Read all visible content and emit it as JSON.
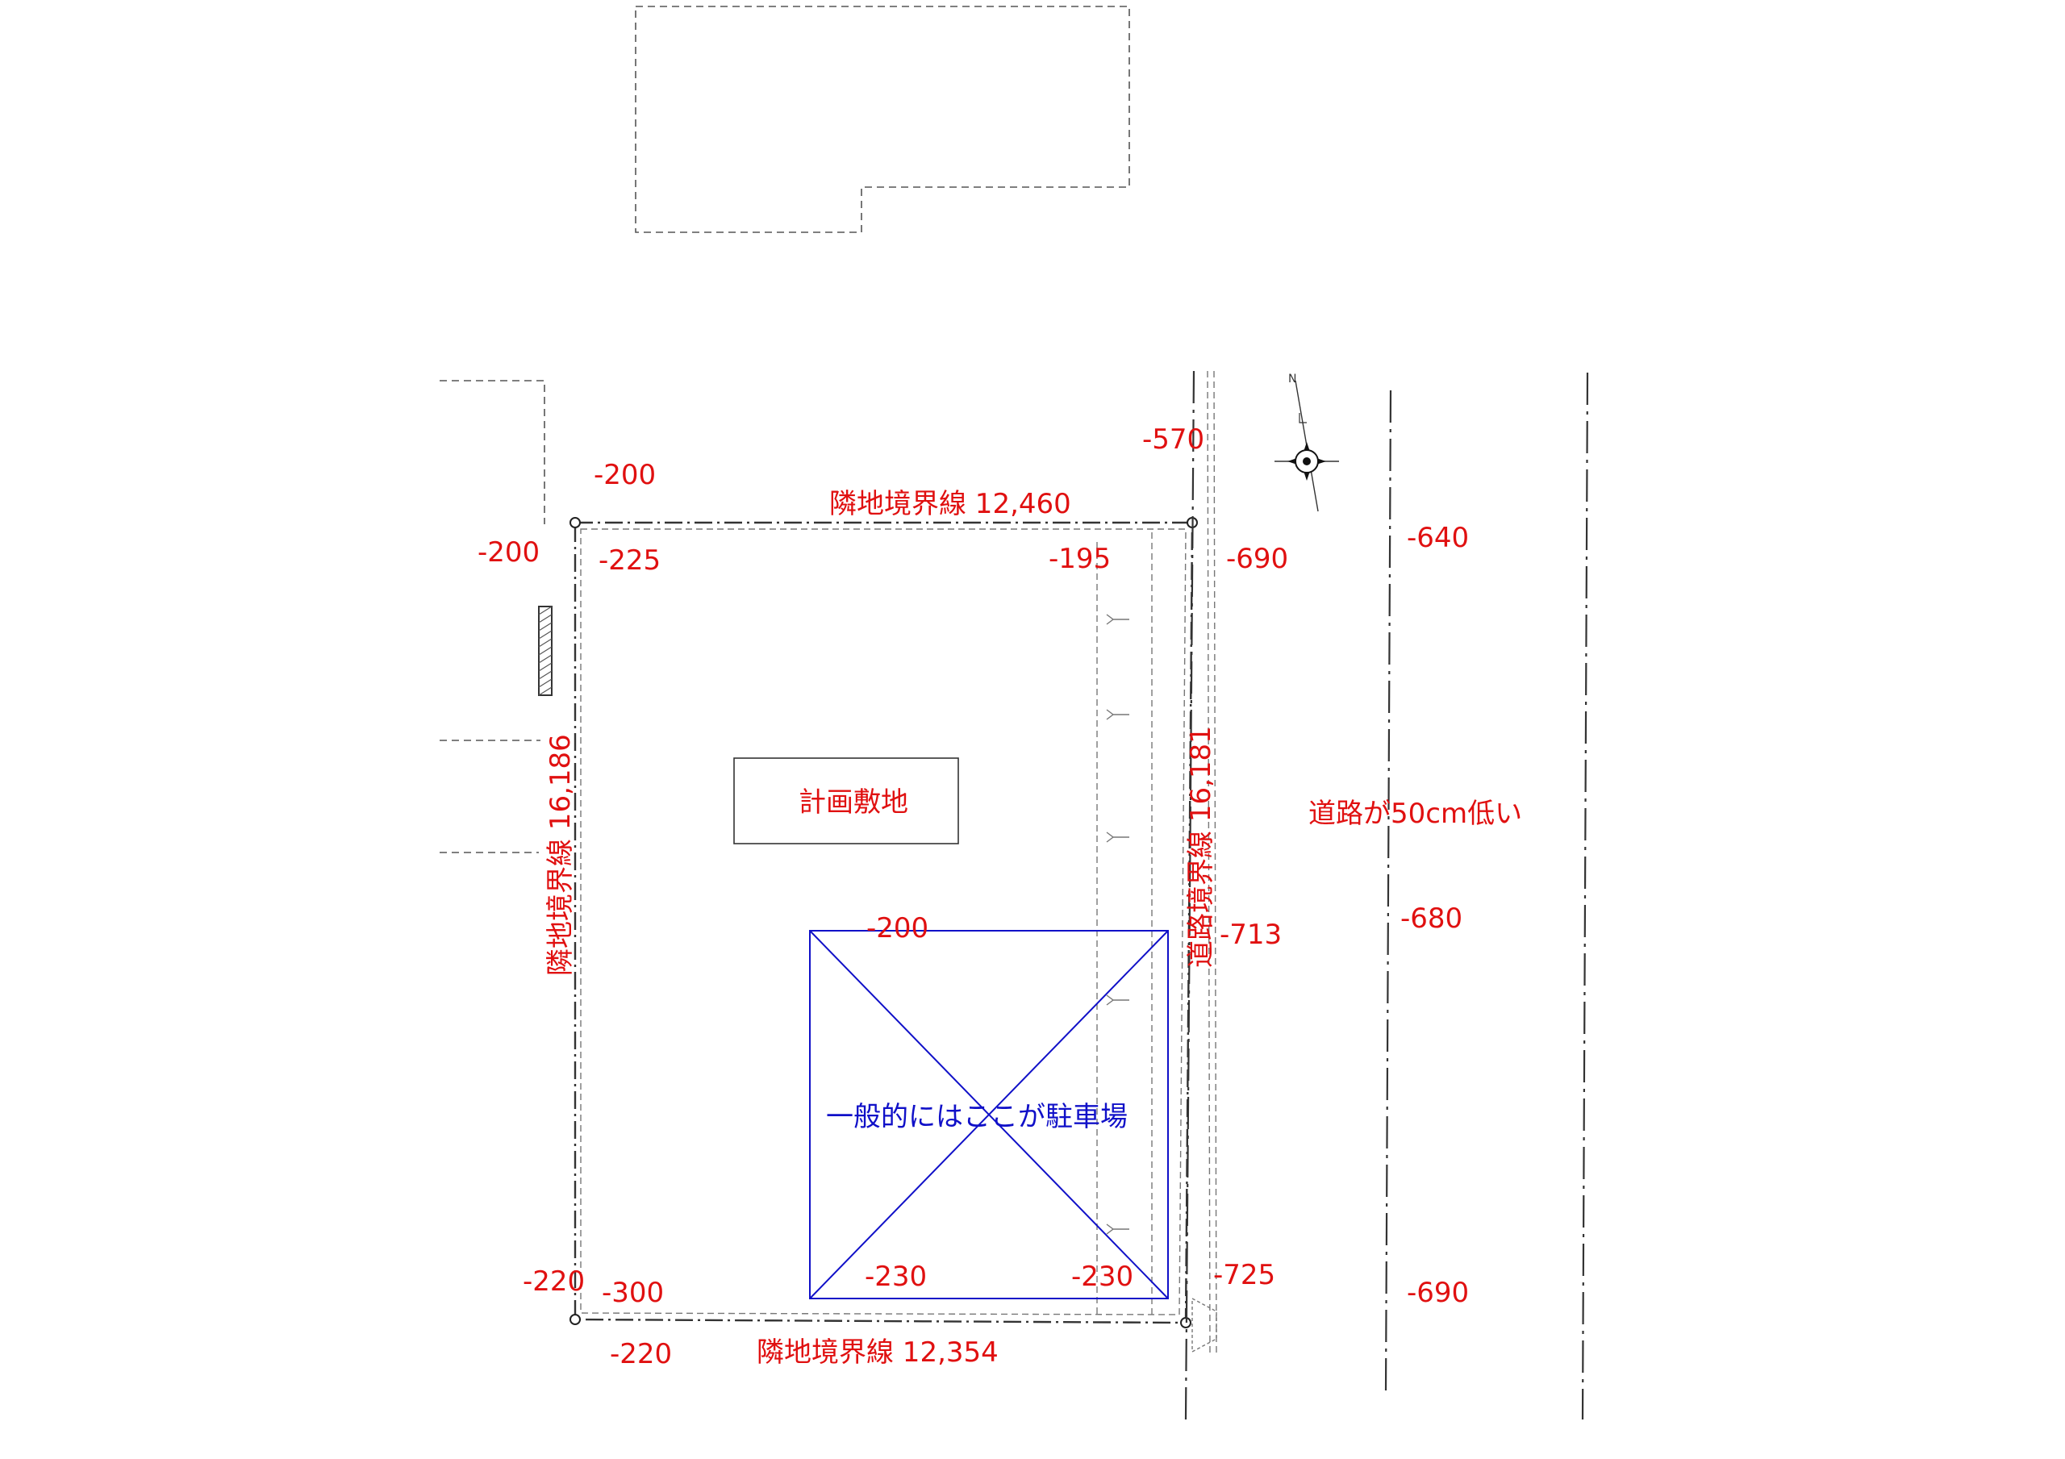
{
  "labels": {
    "site": "計画敷地",
    "parking": "一般的にはここが駐車場",
    "road_note": "道路が50cm低い",
    "north_mark": "N",
    "boundary_top": "隣地境界線 12,460",
    "boundary_bottom": "隣地境界線 12,354",
    "boundary_left": "隣地境界線 16,186",
    "boundary_right": "道路境界線 16,181"
  },
  "elevations": {
    "e_570": "-570",
    "e_200_top": "-200",
    "e_200_left": "-200",
    "e_225": "-225",
    "e_195": "-195",
    "e_690_top": "-690",
    "e_640": "-640",
    "e_200_park": "-200",
    "e_713": "-713",
    "e_680": "-680",
    "e_220_left": "-220",
    "e_300": "-300",
    "e_230_a": "-230",
    "e_230_b": "-230",
    "e_725": "-725",
    "e_690_bottom": "-690",
    "e_220_bottom": "-220"
  },
  "colors": {
    "annotation": "#e01010",
    "parking": "#1010c8",
    "linework": "#333333"
  },
  "icons": [
    "compass-icon",
    "corner-marker-icon"
  ]
}
